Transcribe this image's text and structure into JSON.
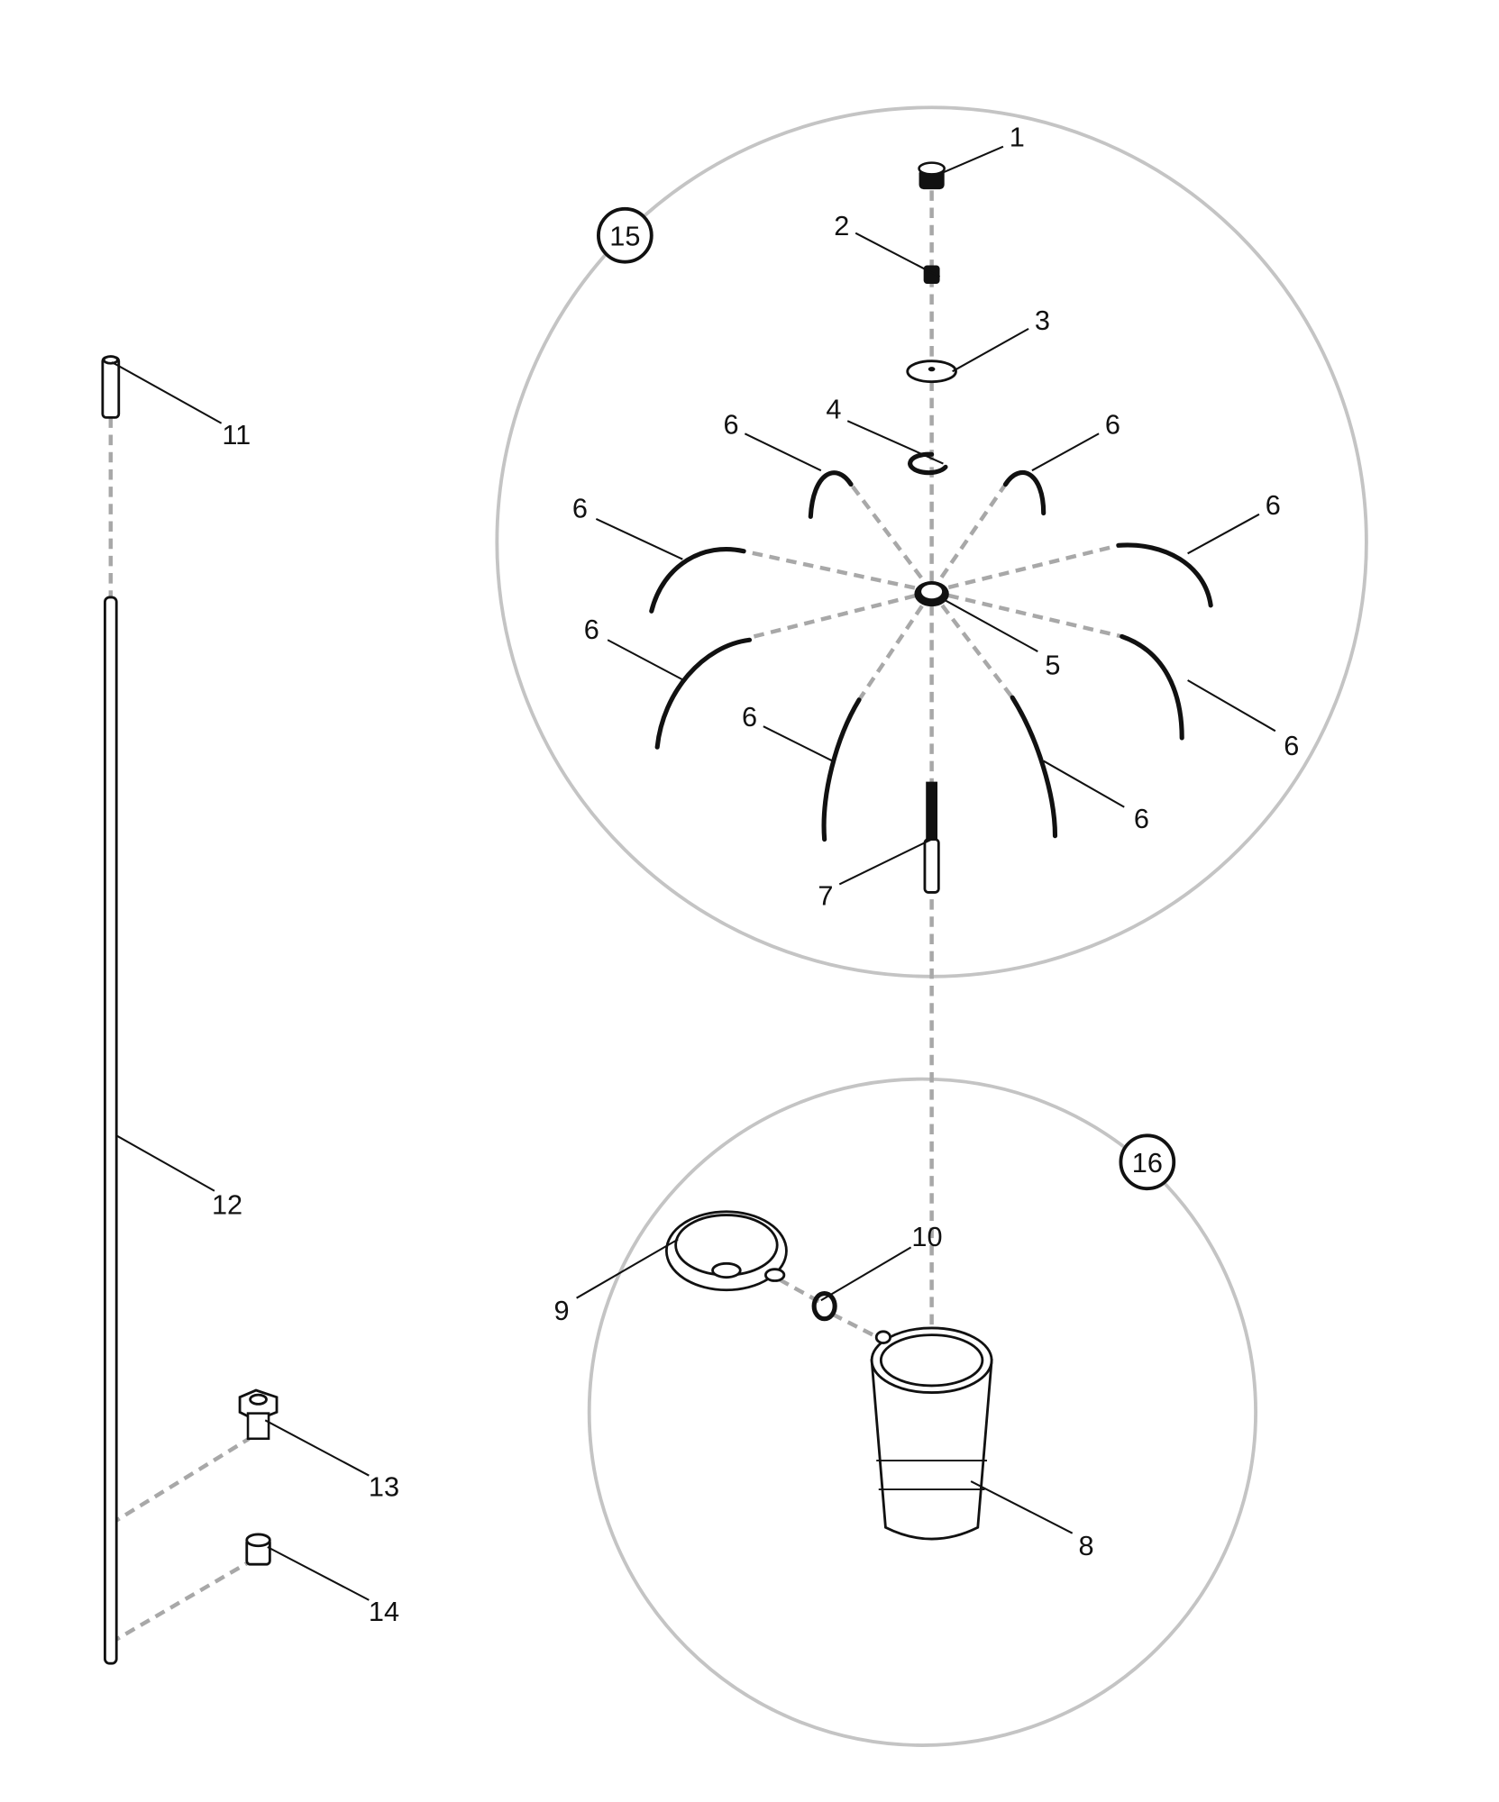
{
  "diagram": {
    "assemblies": [
      {
        "id": "15",
        "label": "15"
      },
      {
        "id": "16",
        "label": "16"
      }
    ],
    "callouts": {
      "c1": "1",
      "c2": "2",
      "c3": "3",
      "c4": "4",
      "c5": "5",
      "c6a": "6",
      "c6b": "6",
      "c6c": "6",
      "c6d": "6",
      "c6e": "6",
      "c6f": "6",
      "c6g": "6",
      "c6h": "6",
      "c7": "7",
      "c8": "8",
      "c9": "9",
      "c10": "10",
      "c11": "11",
      "c12": "12",
      "c13": "13",
      "c14": "14"
    },
    "colors": {
      "line": "#111111",
      "dash": "#a8a8a8",
      "ring": "#c4c4c4"
    }
  }
}
